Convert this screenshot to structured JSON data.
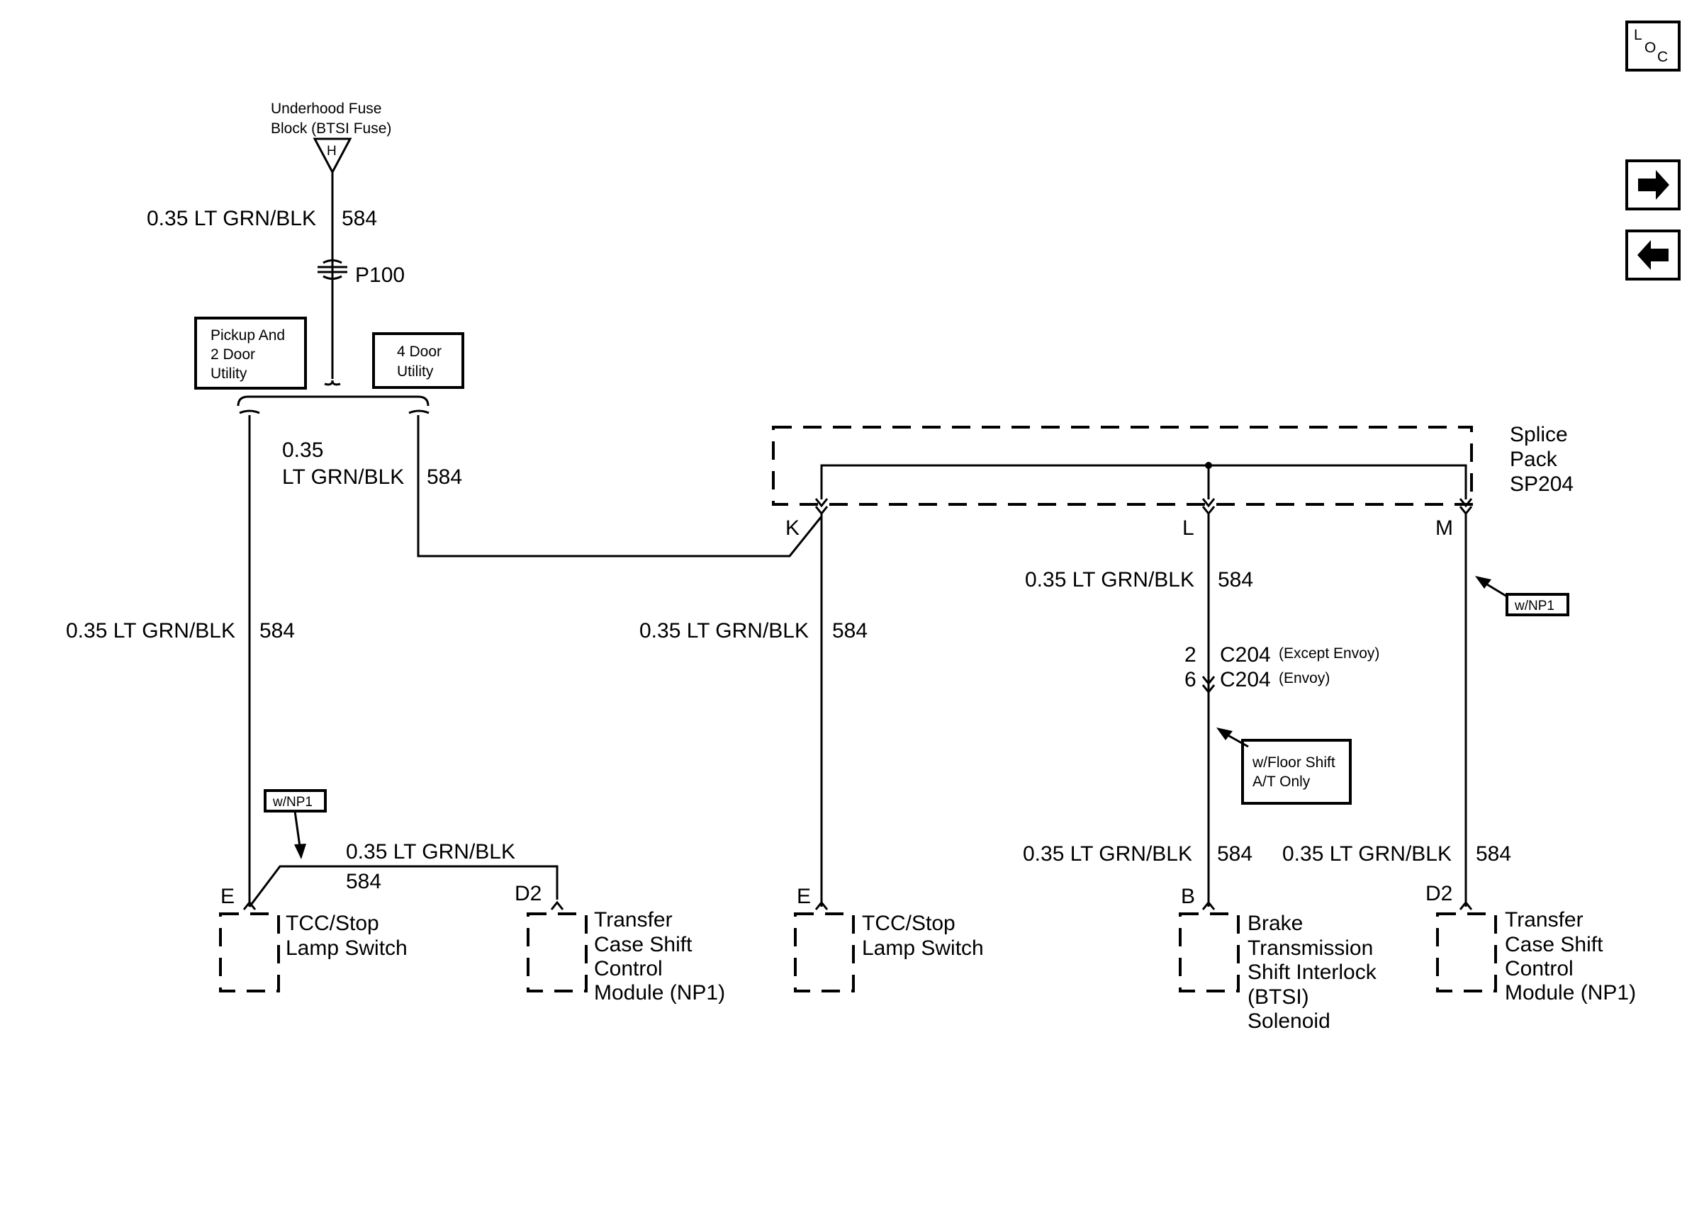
{
  "fuse": {
    "line1": "Underhood Fuse",
    "line2": "Block (BTSI Fuse)",
    "terminal": "H"
  },
  "wire": {
    "spec": "0.35 LT GRN/BLK",
    "circuit": "584",
    "gauge": "0.35",
    "color": "LT GRN/BLK"
  },
  "inline_connector": "P100",
  "option_boxes": {
    "pickup": [
      "Pickup And",
      "2 Door",
      "Utility"
    ],
    "four_door": [
      "4 Door",
      "Utility"
    ],
    "w_np1": "w/NP1",
    "floor_shift": [
      "w/Floor Shift",
      "A/T Only"
    ]
  },
  "splice_pack": {
    "lines": [
      "Splice",
      "Pack",
      "SP204"
    ],
    "terminals": [
      "K",
      "L",
      "M"
    ]
  },
  "connector_c204": {
    "pins": [
      "2",
      "6"
    ],
    "name": "C204",
    "notes": [
      "(Except Envoy)",
      "(Envoy)"
    ]
  },
  "components": {
    "tcc_left": {
      "pin": "E",
      "lines": [
        "TCC/Stop",
        "Lamp Switch"
      ]
    },
    "transfer_left": {
      "pin": "D2",
      "lines": [
        "Transfer",
        "Case Shift",
        "Control",
        "Module (NP1)"
      ]
    },
    "tcc_mid": {
      "pin": "E",
      "lines": [
        "TCC/Stop",
        "Lamp Switch"
      ]
    },
    "btsi": {
      "pin": "B",
      "lines": [
        "Brake",
        "Transmission",
        "Shift Interlock",
        "(BTSI)",
        "Solenoid"
      ]
    },
    "transfer_right": {
      "pin": "D2",
      "lines": [
        "Transfer",
        "Case Shift",
        "Control",
        "Module (NP1)"
      ]
    }
  },
  "nav": {
    "loc_icon": "location-icon",
    "next_icon": "arrow-right-icon",
    "prev_icon": "arrow-left-icon",
    "loc_letters": [
      "L",
      "O",
      "C"
    ]
  }
}
